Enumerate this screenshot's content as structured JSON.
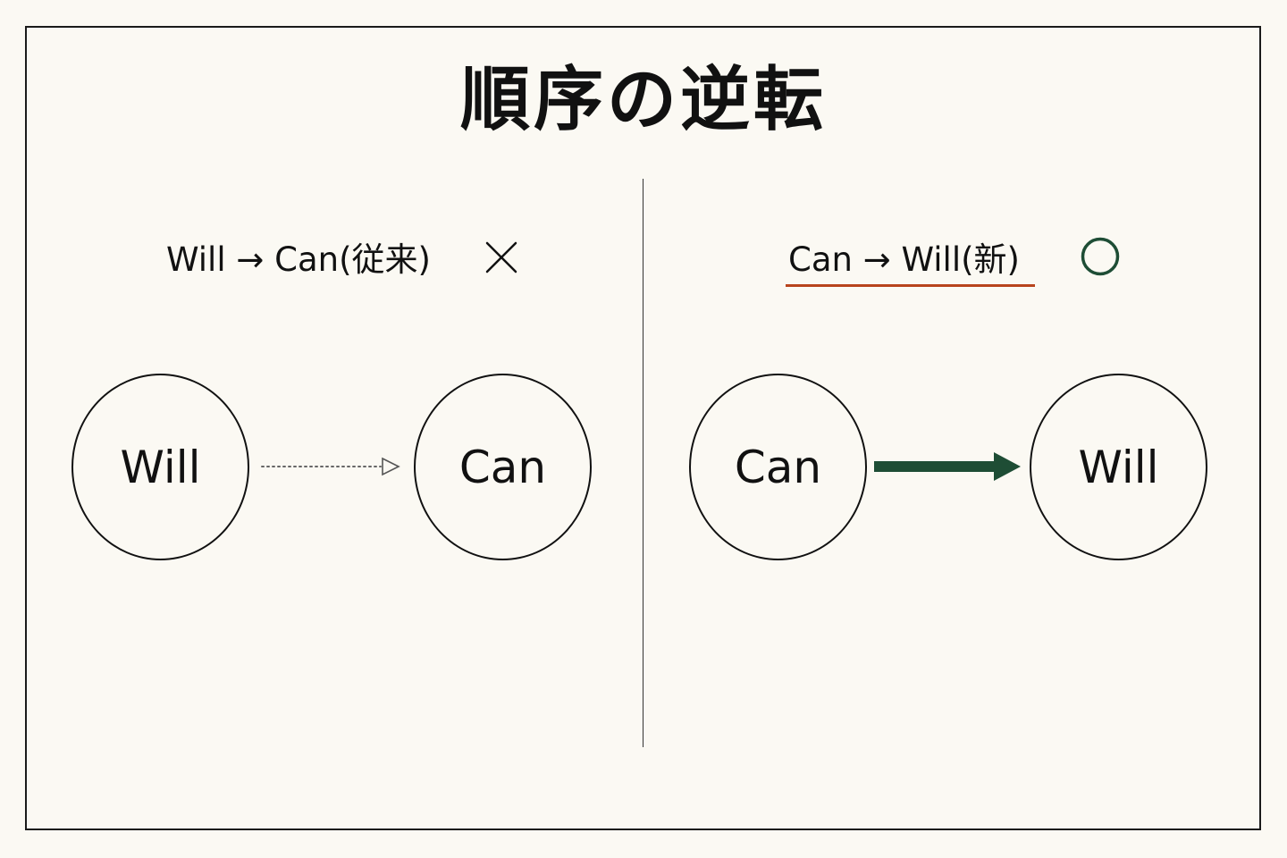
{
  "title": "順序の逆転",
  "left_panel": {
    "heading": "Will → Can(従来)",
    "verdict_icon": "cross-icon",
    "nodes": [
      "Will",
      "Can"
    ],
    "arrow_style": "dotted-outline"
  },
  "right_panel": {
    "heading": "Can → Will(新)",
    "verdict_icon": "circle-icon",
    "nodes": [
      "Can",
      "Will"
    ],
    "arrow_style": "solid"
  },
  "colors": {
    "background": "#fbf9f3",
    "ink": "#111111",
    "accent_green": "#1e4d35",
    "underline_red": "#b8441d",
    "dotted_gray": "#666666"
  }
}
